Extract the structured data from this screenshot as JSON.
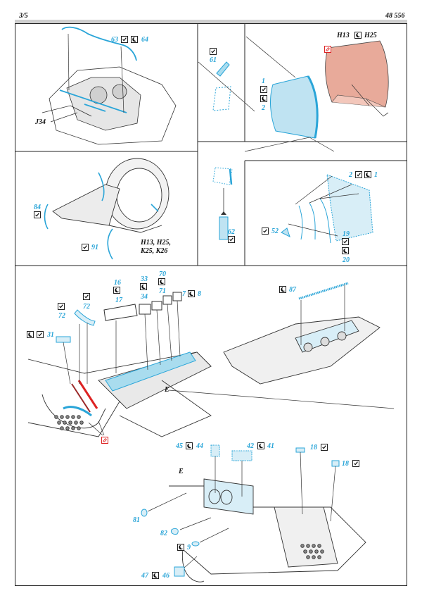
{
  "header": {
    "page": "3/5",
    "kit_number": "48 556"
  },
  "icons": {
    "check": "check-icon",
    "moon": "moon-icon",
    "paint": "paint-icon"
  },
  "colors": {
    "accent_blue": "#2aa5d8",
    "panel_pink": "#e8aa9a",
    "red": "#d22222",
    "line": "#222222"
  },
  "panels": {
    "p1": {
      "part_63": "63",
      "part_64": "64",
      "label_j34": "J34"
    },
    "p2": {
      "part_61": "61",
      "part_1": "1",
      "part_2": "2",
      "variants": "H13",
      "variants_b": "H25"
    },
    "p3": {
      "part_84": "84",
      "part_91": "91",
      "variants_l1": "H13, H25,",
      "variants_l2": "K25, K26"
    },
    "p4": {
      "part_62": "62"
    },
    "p5": {
      "part_2": "2",
      "part_1": "1",
      "part_52": "52",
      "part_19": "19",
      "part_20": "20"
    },
    "p6": {
      "part_16": "16",
      "part_17": "17",
      "part_33": "33",
      "part_34": "34",
      "part_70": "70",
      "part_71": "71",
      "part_7": "7",
      "part_8": "8",
      "part_72a": "72",
      "part_72b": "72",
      "part_31": "31",
      "label_e": "E"
    },
    "p7": {
      "part_87": "87"
    },
    "p8": {
      "part_45": "45",
      "part_44": "44",
      "part_42": "42",
      "part_41": "41",
      "part_18a": "18",
      "part_18b": "18",
      "part_81": "81",
      "part_82": "82",
      "part_9": "9",
      "part_47": "47",
      "part_46": "46",
      "label_e": "E"
    }
  }
}
